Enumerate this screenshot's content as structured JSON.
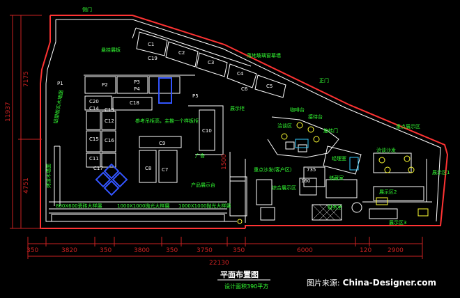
{
  "plan": {
    "title": "平面布置图",
    "subtitle": "设计面积390平方",
    "labels": {
      "door_left": "侧门",
      "door_right": "正门",
      "dim_left_top": "7175",
      "dim_left_total": "11937",
      "dim_left_bottom": "4751",
      "dim_vertical_mid": "1500",
      "cabinet_guide": "参考吊柜高，主推一个样板柜",
      "left_wall_panel": "铝塑板实木墙面",
      "left_wall_panel2": "烤漆木墙面",
      "glass_window": "落地玻璃窗幕墙",
      "ad": "广告",
      "showcase": "展示柜",
      "hanging_display": "悬挂展板",
      "reception": "接待台",
      "coffee": "咖啡台",
      "rotating_door": "旋转门",
      "negotiation_area": "洽谈区",
      "negotiation_sofa": "洽谈沙发",
      "key_display": "重点展示区",
      "key_sofa": "重点沙发(客户区)",
      "comprehensive": "综合展示区",
      "manager_office": "经理室",
      "storage": "储藏室",
      "finance": "财务室",
      "product_display": "产品展示台",
      "row_bottom_left": "800X600瓷砖大样展",
      "row_bottom_mid": "1000X1000抛光大样展",
      "row_bottom_right": "1000X1000抛光大样展",
      "display_1": "展示区1",
      "display_2": "展示区2",
      "display_3": "展示区3",
      "num_735": "735",
      "num_160": "160"
    },
    "cabinets": [
      "C1",
      "C2",
      "C3",
      "C4",
      "C5",
      "C6",
      "C7",
      "C8",
      "C9",
      "C10",
      "C11",
      "C12",
      "C13",
      "C14",
      "C15",
      "C16",
      "C17",
      "C18",
      "C19",
      "C20",
      "P1",
      "P2",
      "P3",
      "P4",
      "P5"
    ],
    "bottom_dims": [
      "350",
      "3820",
      "350",
      "3800",
      "350",
      "3750",
      "350",
      "6000",
      "120",
      "2900"
    ],
    "total_dim": "22130",
    "watermark_prefix": "图片来源:",
    "watermark": "China-Designer.com"
  },
  "colors": {
    "wall": "#ff3333",
    "line": "#ffffff",
    "dim": "#cc2222",
    "label": "#33ff33",
    "title": "#ffffff",
    "furniture": "#3355ff"
  }
}
